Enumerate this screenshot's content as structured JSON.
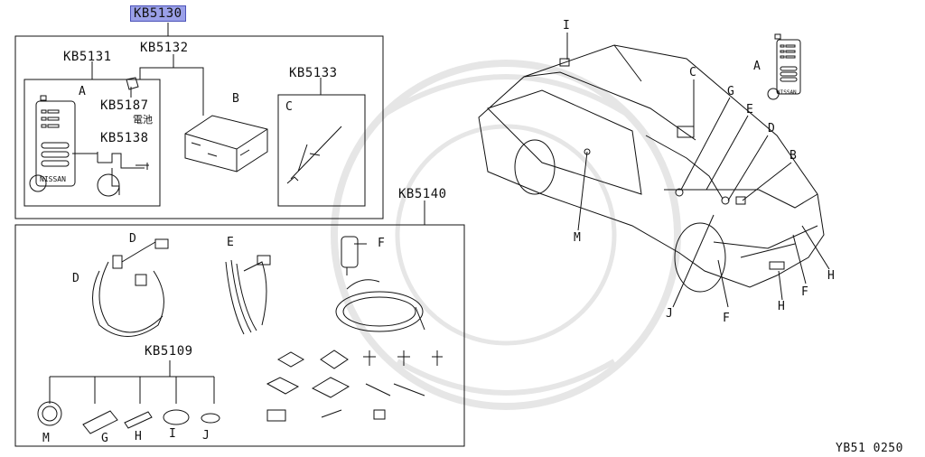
{
  "codes": {
    "top": "KB5130",
    "kit_a": "KB5131",
    "kit_b": "KB5132",
    "kit_c": "KB5133",
    "remote_battery": "KB5187",
    "remote_holder": "KB5138",
    "harness": "KB5140",
    "fitting_parts": "KB5109"
  },
  "letters": {
    "A": "A",
    "B": "B",
    "C": "C",
    "D": "D",
    "E": "E",
    "F": "F",
    "G": "G",
    "H": "H",
    "I": "I",
    "J": "J",
    "M": "M"
  },
  "battery_text": "電池",
  "remote_brand": "NISSAN",
  "figure_number": "YB51 0250"
}
